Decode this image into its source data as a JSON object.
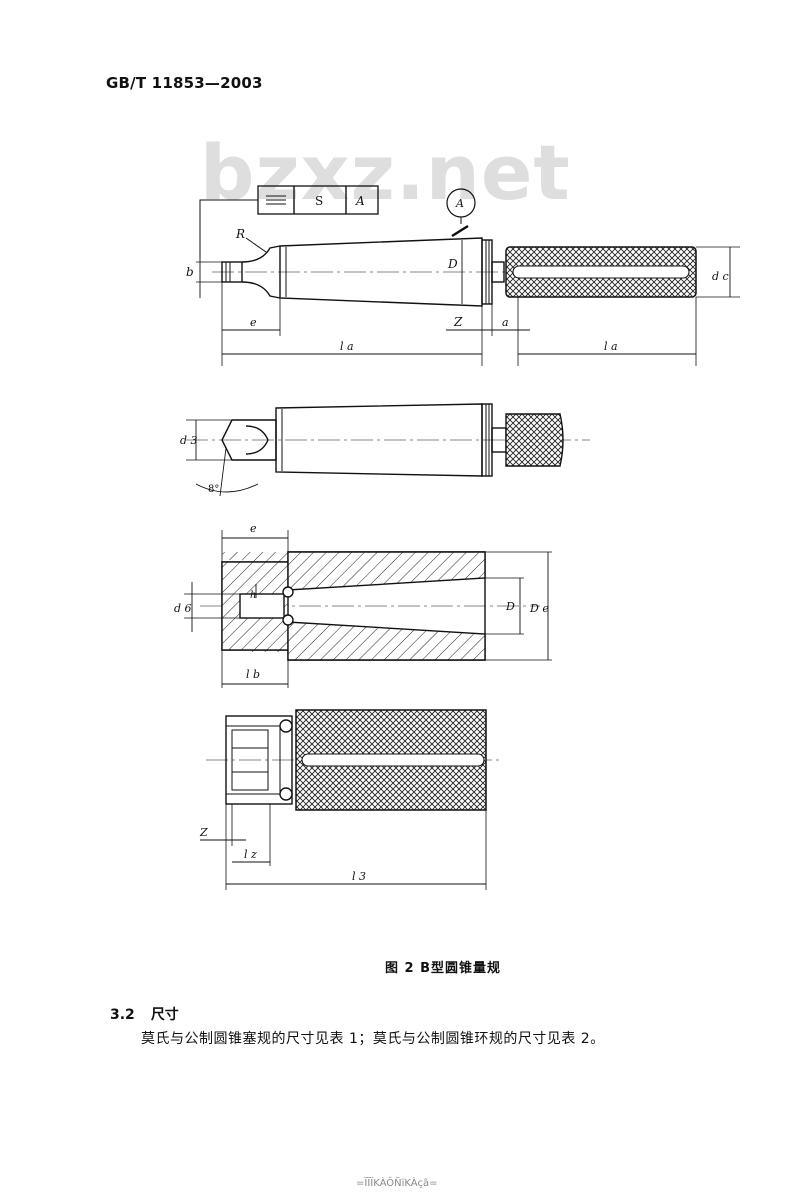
{
  "header": {
    "standard_number": "GB/T 11853—2003"
  },
  "watermark": "bzxz.net",
  "figure": {
    "caption": "图 2  B型圆锥量规",
    "tolerance_frame": {
      "cell_2": "S",
      "cell_3": "A"
    },
    "datum_circle": "A",
    "labels": {
      "R": "R",
      "b": "b",
      "D": "D",
      "d_c": "d c",
      "Z": "Z",
      "a": "a",
      "e": "e",
      "l_a_left": "l a",
      "l_a_right": "l a",
      "d_3": "d 3",
      "angle": "8°",
      "e_ring": "e",
      "d_6": "d 6",
      "h": "h",
      "D_ring": "D",
      "D_e": "D e",
      "l_b": "l b",
      "Z_ring": "Z",
      "l_z": "l z",
      "l_3": "l 3"
    }
  },
  "section": {
    "number": "3.2",
    "title": "尺寸"
  },
  "paragraph": "莫氏与公制圆锥塞规的尺寸见表 1；莫氏与公制圆锥环规的尺寸见表 2。",
  "footer": "=ÏÏÏKÀÔÑïKÀçã="
}
